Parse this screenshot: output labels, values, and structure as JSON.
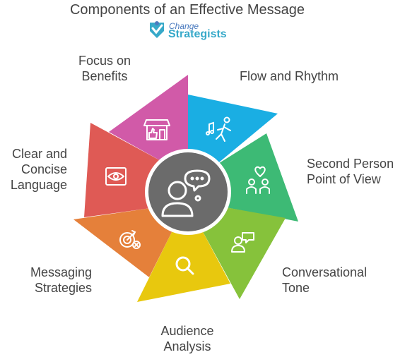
{
  "title": "Components of an Effective Message",
  "logo": {
    "line1": "Change",
    "line2": "Strategists"
  },
  "center_icon": "discussion-person-icon",
  "segments": [
    {
      "id": "focus-on-benefits",
      "lines": [
        "Focus on",
        "Benefits"
      ],
      "color": "#d15aa8",
      "icon": "storefront-thumbs-up-icon"
    },
    {
      "id": "flow-and-rhythm",
      "lines": [
        "Flow and Rhythm"
      ],
      "color": "#1aaee3",
      "icon": "dancer-music-icon"
    },
    {
      "id": "second-person-point-of-view",
      "lines": [
        "Second Person",
        "Point of View"
      ],
      "color": "#3dba75",
      "icon": "two-people-heart-icon"
    },
    {
      "id": "conversational-tone",
      "lines": [
        "Conversational",
        "Tone"
      ],
      "color": "#86c23b",
      "icon": "person-speech-bubble-icon"
    },
    {
      "id": "audience-analysis",
      "lines": [
        "Audience",
        "Analysis"
      ],
      "color": "#e8c80e",
      "icon": "magnifier-icon"
    },
    {
      "id": "messaging-strategies",
      "lines": [
        "Messaging",
        "Strategies"
      ],
      "color": "#e5803a",
      "icon": "target-arrow-icon"
    },
    {
      "id": "clear-and-concise-language",
      "lines": [
        "Clear and",
        "Concise",
        "Language"
      ],
      "color": "#df5a55",
      "icon": "eye-focus-icon"
    }
  ]
}
